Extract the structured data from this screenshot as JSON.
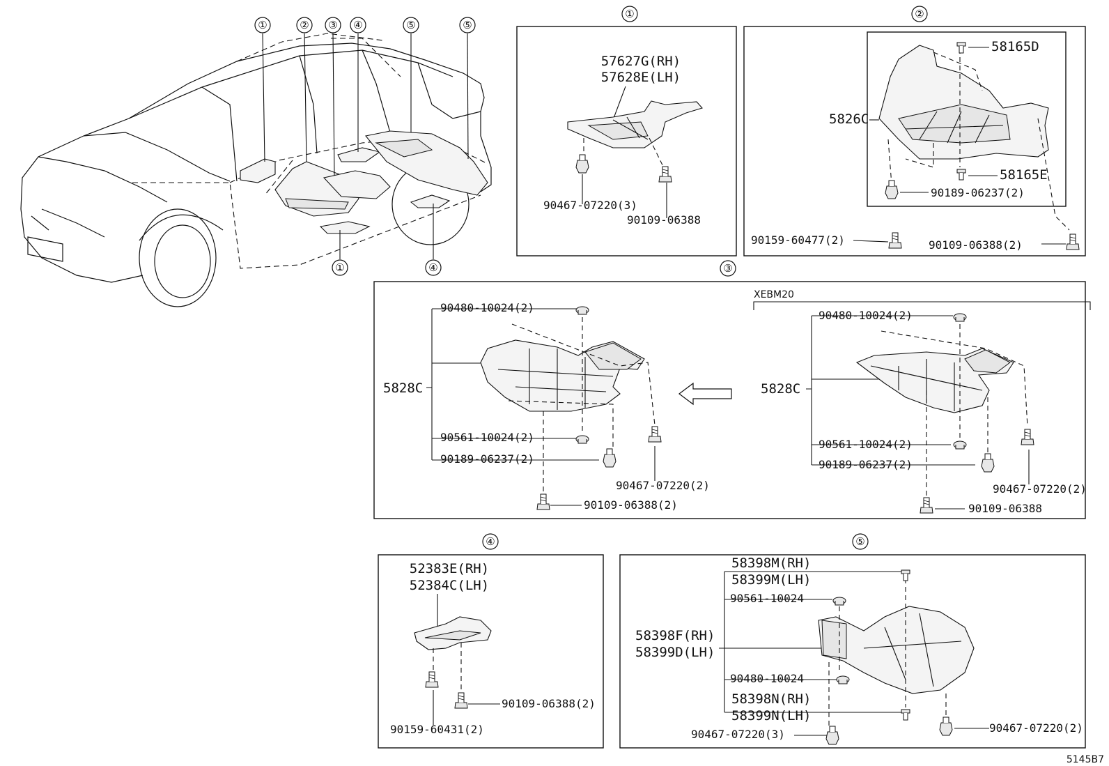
{
  "figure_code": "5145B7",
  "callouts": {
    "c1": "①",
    "c2": "②",
    "c3": "③",
    "c4": "④",
    "c5": "⑤"
  },
  "panel1": {
    "part_rh": "57627G(RH)",
    "part_lh": "57628E(LH)",
    "clip": "90467-07220(3)",
    "bolt": "90109-06388"
  },
  "panel2": {
    "main": "5826C",
    "pin_top": "58165D",
    "pin_bottom": "58165E",
    "clip_inner": "90189-06237(2)",
    "screw": "90159-60477(2)",
    "bolt": "90109-06388(2)"
  },
  "panel3": {
    "variant_label": "XEBM20",
    "left": {
      "main": "5828C",
      "grommet": "90480-10024(2)",
      "nut": "90561-10024(2)",
      "clip": "90189-06237(2)",
      "clip2": "90467-07220(2)",
      "bolt": "90109-06388(2)"
    },
    "right": {
      "main": "5828C",
      "grommet": "90480-10024(2)",
      "nut": "90561-10024(2)",
      "clip": "90189-06237(2)",
      "clip2": "90467-07220(2)",
      "bolt": "90109-06388"
    }
  },
  "panel4": {
    "part_rh": "52383E(RH)",
    "part_lh": "52384C(LH)",
    "bolt": "90109-06388(2)",
    "screw": "90159-60431(2)"
  },
  "panel5": {
    "top_rh": "58398M(RH)",
    "top_lh": "58399M(LH)",
    "nut": "90561-10024",
    "main_rh": "58398F(RH)",
    "main_lh": "58399D(LH)",
    "grommet": "90480-10024",
    "bot_rh": "58398N(RH)",
    "bot_lh": "58399N(LH)",
    "clip_left": "90467-07220(3)",
    "clip_right": "90467-07220(2)"
  }
}
